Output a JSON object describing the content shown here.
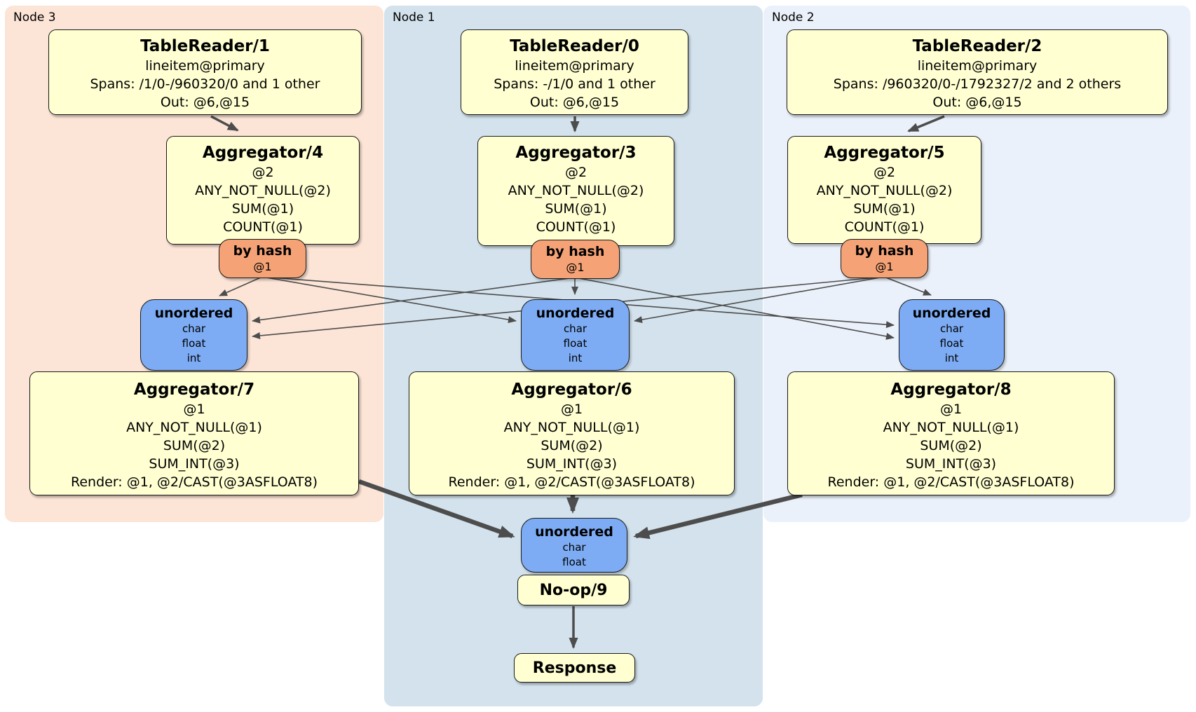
{
  "colors": {
    "node1_bg": "#d3e2ec",
    "node2_bg": "#ebf1fa",
    "node3_bg": "#fce4d6",
    "processor_box": "#ffffd2",
    "router_box": "#f5a376",
    "sync_box": "#7dacf4",
    "edge": "#4d4d4d"
  },
  "node3": {
    "label": "Node 3",
    "tablereader": {
      "title": "TableReader/1",
      "lines": [
        "lineitem@primary",
        "Spans: /1/0-/960320/0 and 1 other",
        "Out: @6,@15"
      ]
    },
    "aggregator_top": {
      "title": "Aggregator/4",
      "lines": [
        "@2",
        "ANY_NOT_NULL(@2)",
        "SUM(@1)",
        "COUNT(@1)"
      ]
    },
    "router": {
      "title": "by hash",
      "key": "@1"
    },
    "sync": {
      "title": "unordered",
      "streams": [
        "char",
        "float",
        "int"
      ]
    },
    "aggregator_bottom": {
      "title": "Aggregator/7",
      "lines": [
        "@1",
        "ANY_NOT_NULL(@1)",
        "SUM(@2)",
        "SUM_INT(@3)",
        "Render: @1, @2/CAST(@3ASFLOAT8)"
      ]
    }
  },
  "node1": {
    "label": "Node 1",
    "tablereader": {
      "title": "TableReader/0",
      "lines": [
        "lineitem@primary",
        "Spans: -/1/0 and 1 other",
        "Out: @6,@15"
      ]
    },
    "aggregator_top": {
      "title": "Aggregator/3",
      "lines": [
        "@2",
        "ANY_NOT_NULL(@2)",
        "SUM(@1)",
        "COUNT(@1)"
      ]
    },
    "router": {
      "title": "by hash",
      "key": "@1"
    },
    "sync": {
      "title": "unordered",
      "streams": [
        "char",
        "float",
        "int"
      ]
    },
    "aggregator_bottom": {
      "title": "Aggregator/6",
      "lines": [
        "@1",
        "ANY_NOT_NULL(@1)",
        "SUM(@2)",
        "SUM_INT(@3)",
        "Render: @1, @2/CAST(@3ASFLOAT8)"
      ]
    },
    "final_sync": {
      "title": "unordered",
      "streams": [
        "char",
        "float"
      ]
    },
    "noop": {
      "title": "No-op/9"
    },
    "response": {
      "title": "Response"
    }
  },
  "node2": {
    "label": "Node 2",
    "tablereader": {
      "title": "TableReader/2",
      "lines": [
        "lineitem@primary",
        "Spans: /960320/0-/1792327/2 and 2 others",
        "Out: @6,@15"
      ]
    },
    "aggregator_top": {
      "title": "Aggregator/5",
      "lines": [
        "@2",
        "ANY_NOT_NULL(@2)",
        "SUM(@1)",
        "COUNT(@1)"
      ]
    },
    "router": {
      "title": "by hash",
      "key": "@1"
    },
    "sync": {
      "title": "unordered",
      "streams": [
        "char",
        "float",
        "int"
      ]
    },
    "aggregator_bottom": {
      "title": "Aggregator/8",
      "lines": [
        "@1",
        "ANY_NOT_NULL(@1)",
        "SUM(@2)",
        "SUM_INT(@3)",
        "Render: @1, @2/CAST(@3ASFLOAT8)"
      ]
    }
  }
}
